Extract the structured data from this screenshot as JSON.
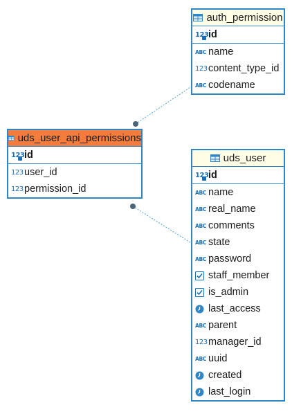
{
  "tables": {
    "auth_permission": {
      "title": "auth_permission",
      "pk": {
        "name": "id",
        "icon": "numeric-key-icon"
      },
      "columns": [
        {
          "name": "name",
          "icon": "text-type-icon"
        },
        {
          "name": "content_type_id",
          "icon": "numeric-type-icon"
        },
        {
          "name": "codename",
          "icon": "text-type-icon"
        }
      ]
    },
    "uds_user_api_permissions": {
      "title": "uds_user_api_permissions",
      "pk": {
        "name": "id",
        "icon": "numeric-key-icon"
      },
      "columns": [
        {
          "name": "user_id",
          "icon": "numeric-type-icon"
        },
        {
          "name": "permission_id",
          "icon": "numeric-type-icon"
        }
      ]
    },
    "uds_user": {
      "title": "uds_user",
      "pk": {
        "name": "id",
        "icon": "numeric-key-icon"
      },
      "columns": [
        {
          "name": "name",
          "icon": "text-type-icon"
        },
        {
          "name": "real_name",
          "icon": "text-type-icon"
        },
        {
          "name": "comments",
          "icon": "text-type-icon"
        },
        {
          "name": "state",
          "icon": "text-type-icon"
        },
        {
          "name": "password",
          "icon": "text-type-icon"
        },
        {
          "name": "staff_member",
          "icon": "boolean-checkbox-icon"
        },
        {
          "name": "is_admin",
          "icon": "boolean-checkbox-icon"
        },
        {
          "name": "last_access",
          "icon": "datetime-clock-icon"
        },
        {
          "name": "parent",
          "icon": "text-type-icon"
        },
        {
          "name": "manager_id",
          "icon": "numeric-type-icon"
        },
        {
          "name": "uuid",
          "icon": "text-type-icon"
        },
        {
          "name": "created",
          "icon": "datetime-clock-icon"
        },
        {
          "name": "last_login",
          "icon": "datetime-clock-icon"
        }
      ]
    }
  },
  "colors": {
    "border": "#2f86c6",
    "header_plain": "#fffde6",
    "header_selected": "#f47c3c",
    "icon": "#1d6fb3",
    "connector": "#4a9fd8"
  }
}
